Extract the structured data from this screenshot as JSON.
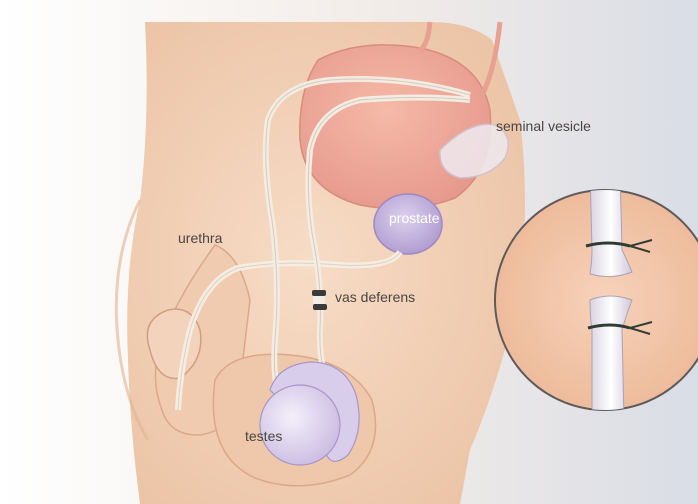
{
  "diagram": {
    "labels": {
      "seminal_vesicle": "seminal vesicle",
      "prostate": "prostate",
      "urethra": "urethra",
      "vas_deferens": "vas deferens",
      "testes": "testes"
    }
  },
  "colors": {
    "skin": "#f3d3b8",
    "skin_shadow": "#e8bea0",
    "bladder": "#f0a898",
    "prostate": "#c9b6e0",
    "testes": "#ddd2ee",
    "tube": "#f1ebe2",
    "inset_bg": "#f4c9b0",
    "backdrop": "#e4e6ec",
    "label": "#4a4540"
  }
}
